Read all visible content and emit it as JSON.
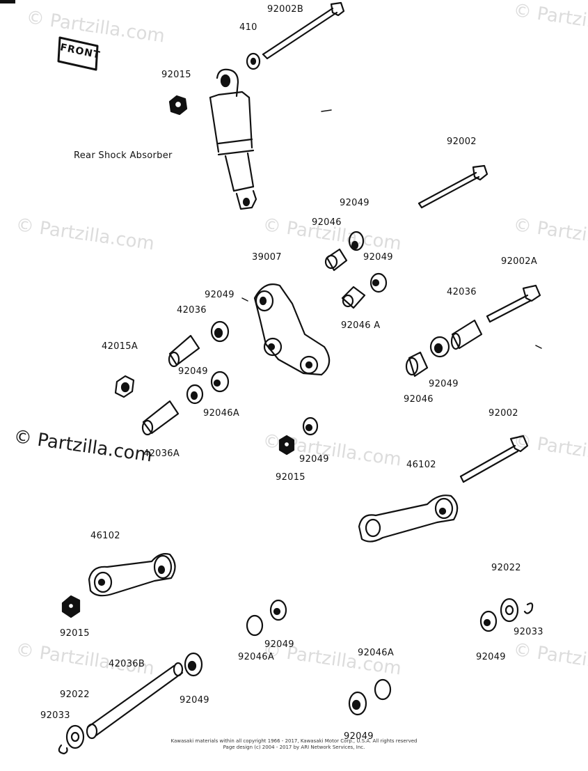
{
  "labels": {
    "p92002B": "92002B",
    "p410": "410",
    "p92015_top": "92015",
    "p_rear_shock": "Rear Shock Absorber",
    "p92002_top": "92002",
    "p92049_a": "92049",
    "p92046_a": "92046",
    "p39007": "39007",
    "p92049_b": "92049",
    "p92002A": "92002A",
    "p42036_r": "42036",
    "p92049_c": "92049",
    "p42036_l": "42036",
    "p92046A_a": "92046 A",
    "p42015A": "42015A",
    "p92049_d": "92049",
    "p92046A_b": "92046A",
    "p92049_e": "92049",
    "p92046_b": "92046",
    "p92002_mid": "92002",
    "p42036A": "42036A",
    "p92049_f": "92049",
    "p92015_mid": "92015",
    "p46102_r": "46102",
    "p46102_l": "46102",
    "p92022_r": "92022",
    "p92033_r": "92033",
    "p92049_g": "92049",
    "p92015_bot": "92015",
    "p92049_h": "92049",
    "p92046A_c": "92046A",
    "p92046A_d": "92046A",
    "p42036B": "42036B",
    "p92049_i": "92049",
    "p92022_l": "92022",
    "p92033_l": "92033",
    "p92049_j": "92049"
  },
  "front_tag": "FRONT",
  "watermark": "© Partzilla.com",
  "copyright_line1": "Kawasaki materials within all copyright 1966 - 2017, Kawasaki Motor Corp., U.S.A. All rights reserved",
  "copyright_line2": "Page design (c) 2004 - 2017 by ARI Network Services, Inc."
}
